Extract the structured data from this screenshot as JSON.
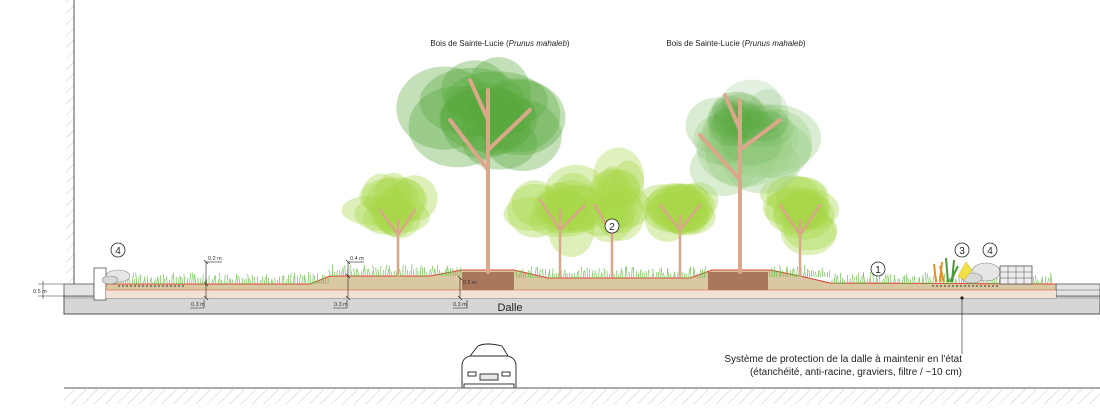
{
  "trees": {
    "left": {
      "label_prefix": "Bois de Sainte-Lucie (",
      "label_species": "Prunus mahaleb",
      "label_suffix": ")"
    },
    "right": {
      "label_prefix": "Bois de Sainte-Lucie (",
      "label_species": "Prunus mahaleb",
      "label_suffix": ")"
    }
  },
  "markers": {
    "m1": "1",
    "m2": "2",
    "m3": "3",
    "m4a": "4",
    "m4b": "4"
  },
  "dims": {
    "left_level": "0.5 m",
    "soil_02": "0.2 m",
    "soil_04": "0.4 m",
    "soil_06": "0.6 m",
    "base_03a": "0.3 m",
    "base_03b": "0.3 m",
    "base_03c": "0.3 m"
  },
  "slab": {
    "label": "Dalle"
  },
  "note": {
    "line1": "Système de protection de la dalle à maintenir en l'état",
    "line2": "(étanchéité, anti-racine, graviers, filtre / ~10 cm)"
  },
  "colors": {
    "canopy_dark": "#5aa83e",
    "canopy_light": "#a8d84a",
    "canopy_pale": "#9fcf8a",
    "trunk": "#d9a88a",
    "soil_fill": "#d9c8a2",
    "soil_edge": "#e0412c",
    "slab": "#d6d6d6",
    "planter": "#a9785c"
  }
}
